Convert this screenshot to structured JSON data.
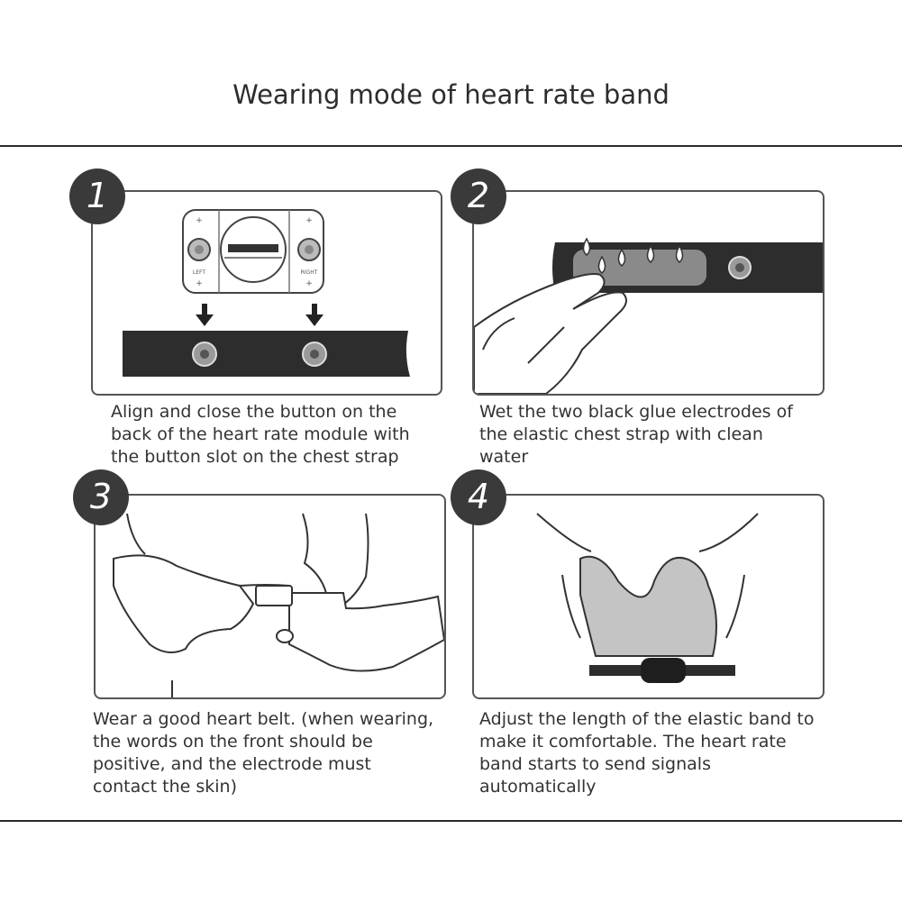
{
  "page": {
    "title": "Wearing mode of heart rate band"
  },
  "steps": [
    {
      "number": "1",
      "caption": "Align and close the button on the back of the heart rate module with the button slot on the chest strap",
      "module_labels": {
        "left": "LEFT",
        "right": "RIGHT"
      }
    },
    {
      "number": "2",
      "caption": "Wet the two black glue electrodes of the elastic chest strap with clean water"
    },
    {
      "number": "3",
      "caption": "Wear a good heart belt. (when wearing, the words on the front should be positive, and the electrode must contact the skin)"
    },
    {
      "number": "4",
      "caption": "Adjust the length of the elastic band to make it comfortable. The heart rate band starts to send signals automatically"
    }
  ],
  "icons": [
    "arrow-down-icon",
    "water-drop-icon"
  ],
  "colors": {
    "strap": "#2d2d2d",
    "line": "#555555",
    "badge": "#3a3a3a",
    "electrode": "#8a8a8a",
    "bra": "#c4c4c4"
  }
}
